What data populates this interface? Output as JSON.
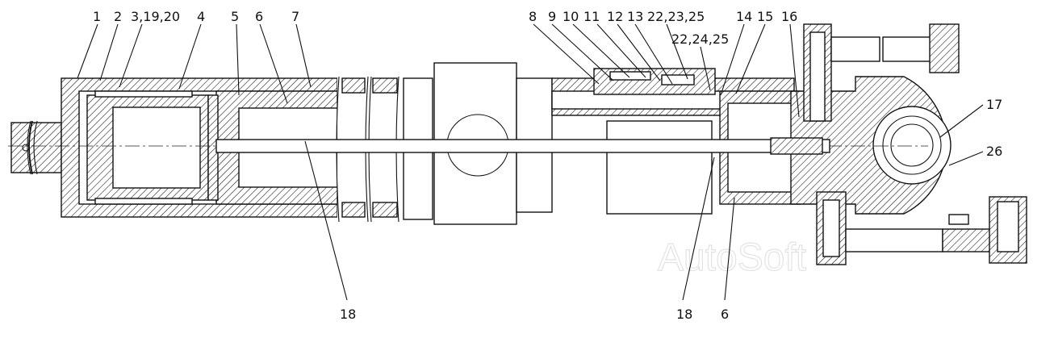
{
  "watermark": "AutoSoft",
  "labels_top": [
    {
      "id": "1",
      "text": "1"
    },
    {
      "id": "2",
      "text": "2"
    },
    {
      "id": "3",
      "text": "3,19,20"
    },
    {
      "id": "4",
      "text": "4"
    },
    {
      "id": "5",
      "text": "5"
    },
    {
      "id": "6a",
      "text": "6"
    },
    {
      "id": "7",
      "text": "7"
    },
    {
      "id": "8",
      "text": "8"
    },
    {
      "id": "9",
      "text": "9"
    },
    {
      "id": "10",
      "text": "10"
    },
    {
      "id": "11",
      "text": "11"
    },
    {
      "id": "12",
      "text": "12"
    },
    {
      "id": "13",
      "text": "13"
    },
    {
      "id": "22a",
      "text": "22,23,25"
    },
    {
      "id": "22b",
      "text": "22,24,25"
    },
    {
      "id": "14",
      "text": "14"
    },
    {
      "id": "15",
      "text": "15"
    },
    {
      "id": "16",
      "text": "16"
    }
  ],
  "labels_side": [
    {
      "id": "17",
      "text": "17"
    },
    {
      "id": "26",
      "text": "26"
    }
  ],
  "labels_bottom": [
    {
      "id": "18a",
      "text": "18"
    },
    {
      "id": "18b",
      "text": "18"
    },
    {
      "id": "6b",
      "text": "6"
    }
  ]
}
